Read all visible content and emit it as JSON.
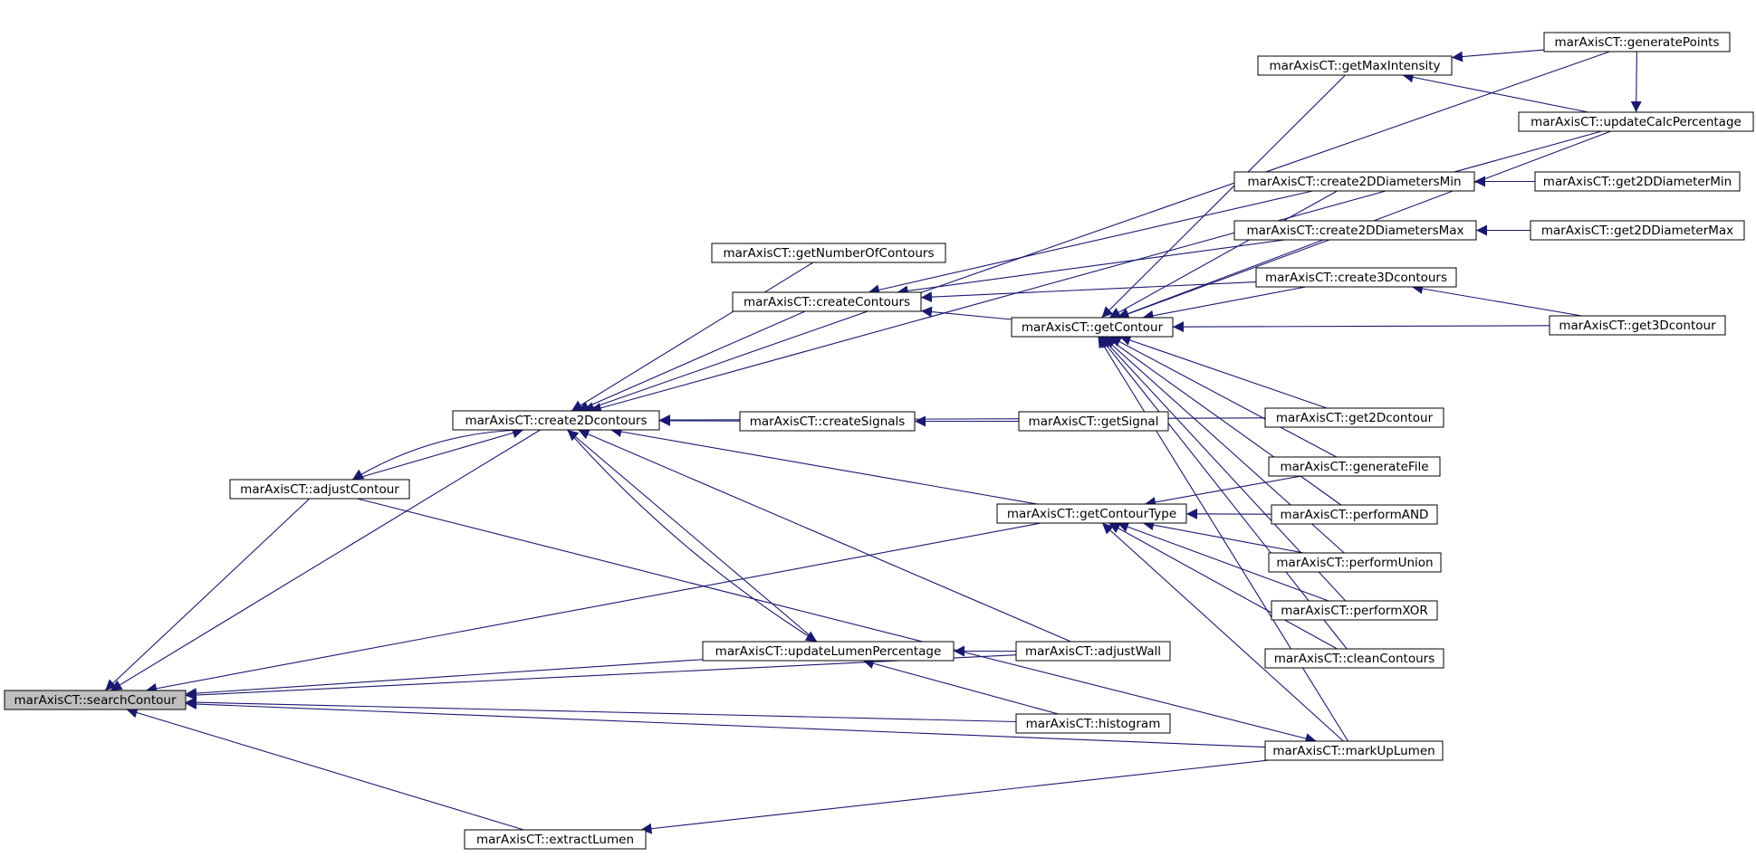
{
  "colors": {
    "edge": "#191970",
    "node_fill": "#ffffff",
    "focus_fill": "#bfbfbf",
    "node_border": "#000000"
  },
  "nodes": [
    {
      "id": "searchContour",
      "label": "marAxisCT::searchContour",
      "focus": true
    },
    {
      "id": "adjustContour",
      "label": "marAxisCT::adjustContour"
    },
    {
      "id": "extractLumen",
      "label": "marAxisCT::extractLumen"
    },
    {
      "id": "create2Dcontours",
      "label": "marAxisCT::create2Dcontours"
    },
    {
      "id": "getNumberOfContours",
      "label": "marAxisCT::getNumberOfContours"
    },
    {
      "id": "createContours",
      "label": "marAxisCT::createContours"
    },
    {
      "id": "createSignals",
      "label": "marAxisCT::createSignals"
    },
    {
      "id": "updateLumenPercentage",
      "label": "marAxisCT::updateLumenPercentage"
    },
    {
      "id": "getContour",
      "label": "marAxisCT::getContour"
    },
    {
      "id": "getSignal",
      "label": "marAxisCT::getSignal"
    },
    {
      "id": "getContourType",
      "label": "marAxisCT::getContourType"
    },
    {
      "id": "adjustWall",
      "label": "marAxisCT::adjustWall"
    },
    {
      "id": "histogram",
      "label": "marAxisCT::histogram"
    },
    {
      "id": "getMaxIntensity",
      "label": "marAxisCT::getMaxIntensity"
    },
    {
      "id": "create2DDiametersMin",
      "label": "marAxisCT::create2DDiametersMin"
    },
    {
      "id": "create2DDiametersMax",
      "label": "marAxisCT::create2DDiametersMax"
    },
    {
      "id": "create3Dcontours",
      "label": "marAxisCT::create3Dcontours"
    },
    {
      "id": "get2Dcontour",
      "label": "marAxisCT::get2Dcontour"
    },
    {
      "id": "generateFile",
      "label": "marAxisCT::generateFile"
    },
    {
      "id": "performAND",
      "label": "marAxisCT::performAND"
    },
    {
      "id": "performUnion",
      "label": "marAxisCT::performUnion"
    },
    {
      "id": "performXOR",
      "label": "marAxisCT::performXOR"
    },
    {
      "id": "cleanContours",
      "label": "marAxisCT::cleanContours"
    },
    {
      "id": "markUpLumen",
      "label": "marAxisCT::markUpLumen"
    },
    {
      "id": "generatePoints",
      "label": "marAxisCT::generatePoints"
    },
    {
      "id": "updateCalcPercentage",
      "label": "marAxisCT::updateCalcPercentage"
    },
    {
      "id": "get2DDiameterMin",
      "label": "marAxisCT::get2DDiameterMin"
    },
    {
      "id": "get2DDiameterMax",
      "label": "marAxisCT::get2DDiameterMax"
    },
    {
      "id": "get3Dcontour",
      "label": "marAxisCT::get3Dcontour"
    }
  ],
  "edges": [
    {
      "from": "adjustContour",
      "to": "searchContour"
    },
    {
      "from": "create2Dcontours",
      "to": "searchContour"
    },
    {
      "from": "updateLumenPercentage",
      "to": "searchContour"
    },
    {
      "from": "adjustWall",
      "to": "searchContour"
    },
    {
      "from": "histogram",
      "to": "searchContour"
    },
    {
      "from": "markUpLumen",
      "to": "searchContour"
    },
    {
      "from": "extractLumen",
      "to": "searchContour"
    },
    {
      "from": "getContourType",
      "to": "searchContour"
    },
    {
      "from": "adjustContour",
      "to": "create2Dcontours"
    },
    {
      "from": "create2Dcontours",
      "to": "adjustContour"
    },
    {
      "from": "createContours",
      "to": "create2Dcontours"
    },
    {
      "from": "getNumberOfContours",
      "to": "create2Dcontours"
    },
    {
      "from": "createSignals",
      "to": "create2Dcontours"
    },
    {
      "from": "getContourType",
      "to": "create2Dcontours"
    },
    {
      "from": "updateLumenPercentage",
      "to": "create2Dcontours"
    },
    {
      "from": "create2Dcontours",
      "to": "updateLumenPercentage"
    },
    {
      "from": "adjustWall",
      "to": "create2Dcontours"
    },
    {
      "from": "get2Dcontour",
      "to": "create2Dcontours"
    },
    {
      "from": "updateCalcPercentage",
      "to": "create2Dcontours"
    },
    {
      "from": "generatePoints",
      "to": "create2Dcontours"
    },
    {
      "from": "adjustContour",
      "to": "markUpLumen"
    },
    {
      "from": "getSignal",
      "to": "createSignals"
    },
    {
      "from": "getContour",
      "to": "createContours"
    },
    {
      "from": "create2DDiametersMin",
      "to": "createContours"
    },
    {
      "from": "create2DDiametersMax",
      "to": "createContours"
    },
    {
      "from": "create3Dcontours",
      "to": "createContours"
    },
    {
      "from": "adjustWall",
      "to": "updateLumenPercentage"
    },
    {
      "from": "histogram",
      "to": "updateLumenPercentage"
    },
    {
      "from": "markUpLumen",
      "to": "extractLumen"
    },
    {
      "from": "getMaxIntensity",
      "to": "getContour"
    },
    {
      "from": "create2DDiametersMin",
      "to": "getContour"
    },
    {
      "from": "create2DDiametersMax",
      "to": "getContour"
    },
    {
      "from": "create3Dcontours",
      "to": "getContour"
    },
    {
      "from": "updateCalcPercentage",
      "to": "getContour"
    },
    {
      "from": "get3Dcontour",
      "to": "getContour"
    },
    {
      "from": "get2Dcontour",
      "to": "getContour"
    },
    {
      "from": "generateFile",
      "to": "getContour"
    },
    {
      "from": "performAND",
      "to": "getContour"
    },
    {
      "from": "performUnion",
      "to": "getContour"
    },
    {
      "from": "performXOR",
      "to": "getContour"
    },
    {
      "from": "cleanContours",
      "to": "getContour"
    },
    {
      "from": "markUpLumen",
      "to": "getContour"
    },
    {
      "from": "generateFile",
      "to": "getContourType"
    },
    {
      "from": "performAND",
      "to": "getContourType"
    },
    {
      "from": "performUnion",
      "to": "getContourType"
    },
    {
      "from": "performXOR",
      "to": "getContourType"
    },
    {
      "from": "cleanContours",
      "to": "getContourType"
    },
    {
      "from": "markUpLumen",
      "to": "getContourType"
    },
    {
      "from": "generatePoints",
      "to": "getMaxIntensity"
    },
    {
      "from": "updateCalcPercentage",
      "to": "getMaxIntensity"
    },
    {
      "from": "generatePoints",
      "to": "updateCalcPercentage"
    },
    {
      "from": "get2DDiameterMin",
      "to": "create2DDiametersMin"
    },
    {
      "from": "get2DDiameterMax",
      "to": "create2DDiametersMax"
    },
    {
      "from": "get3Dcontour",
      "to": "create3Dcontours"
    }
  ]
}
